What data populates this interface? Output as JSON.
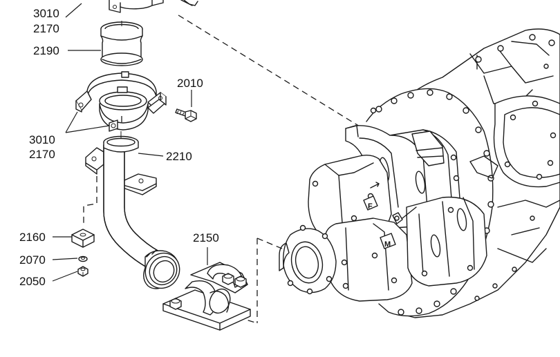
{
  "callouts": {
    "c3010_top": "3010",
    "c2170_top": "2170",
    "c2190": "2190",
    "c2010": "2010",
    "c3010_bottom": "3010",
    "c2170_bottom": "2170",
    "c2210": "2210",
    "c2160": "2160",
    "c2070": "2070",
    "c2050": "2050",
    "c2150": "2150"
  },
  "markings": {
    "mark_f": "F",
    "mark_m": "M"
  },
  "colors": {
    "line": "#1a1a1a",
    "background": "#ffffff"
  }
}
